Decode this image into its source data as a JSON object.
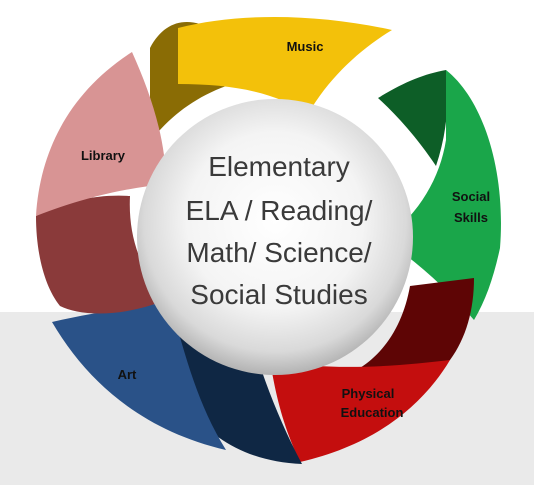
{
  "center": {
    "lines": [
      "Elementary",
      "ELA / Reading/",
      "Math/ Science/",
      "Social Studies"
    ]
  },
  "segments": [
    {
      "id": "music",
      "lines": [
        "Music"
      ]
    },
    {
      "id": "social",
      "lines": [
        "Social",
        "Skills"
      ]
    },
    {
      "id": "physical",
      "lines": [
        "Physical",
        "Education"
      ]
    },
    {
      "id": "art",
      "lines": [
        "Art"
      ]
    },
    {
      "id": "library",
      "lines": [
        "Library"
      ]
    }
  ],
  "colors": {
    "music_main": "#f3c10a",
    "music_dark": "#8a6c05",
    "social_main": "#1aa64a",
    "social_dark": "#0d5e27",
    "physical_main": "#c40e0e",
    "physical_dark": "#5e0505",
    "art_main": "#2a5288",
    "art_dark": "#0f2744",
    "library_main": "#d89494",
    "library_dark": "#8a3a3a",
    "floor": "#eaeaea"
  }
}
